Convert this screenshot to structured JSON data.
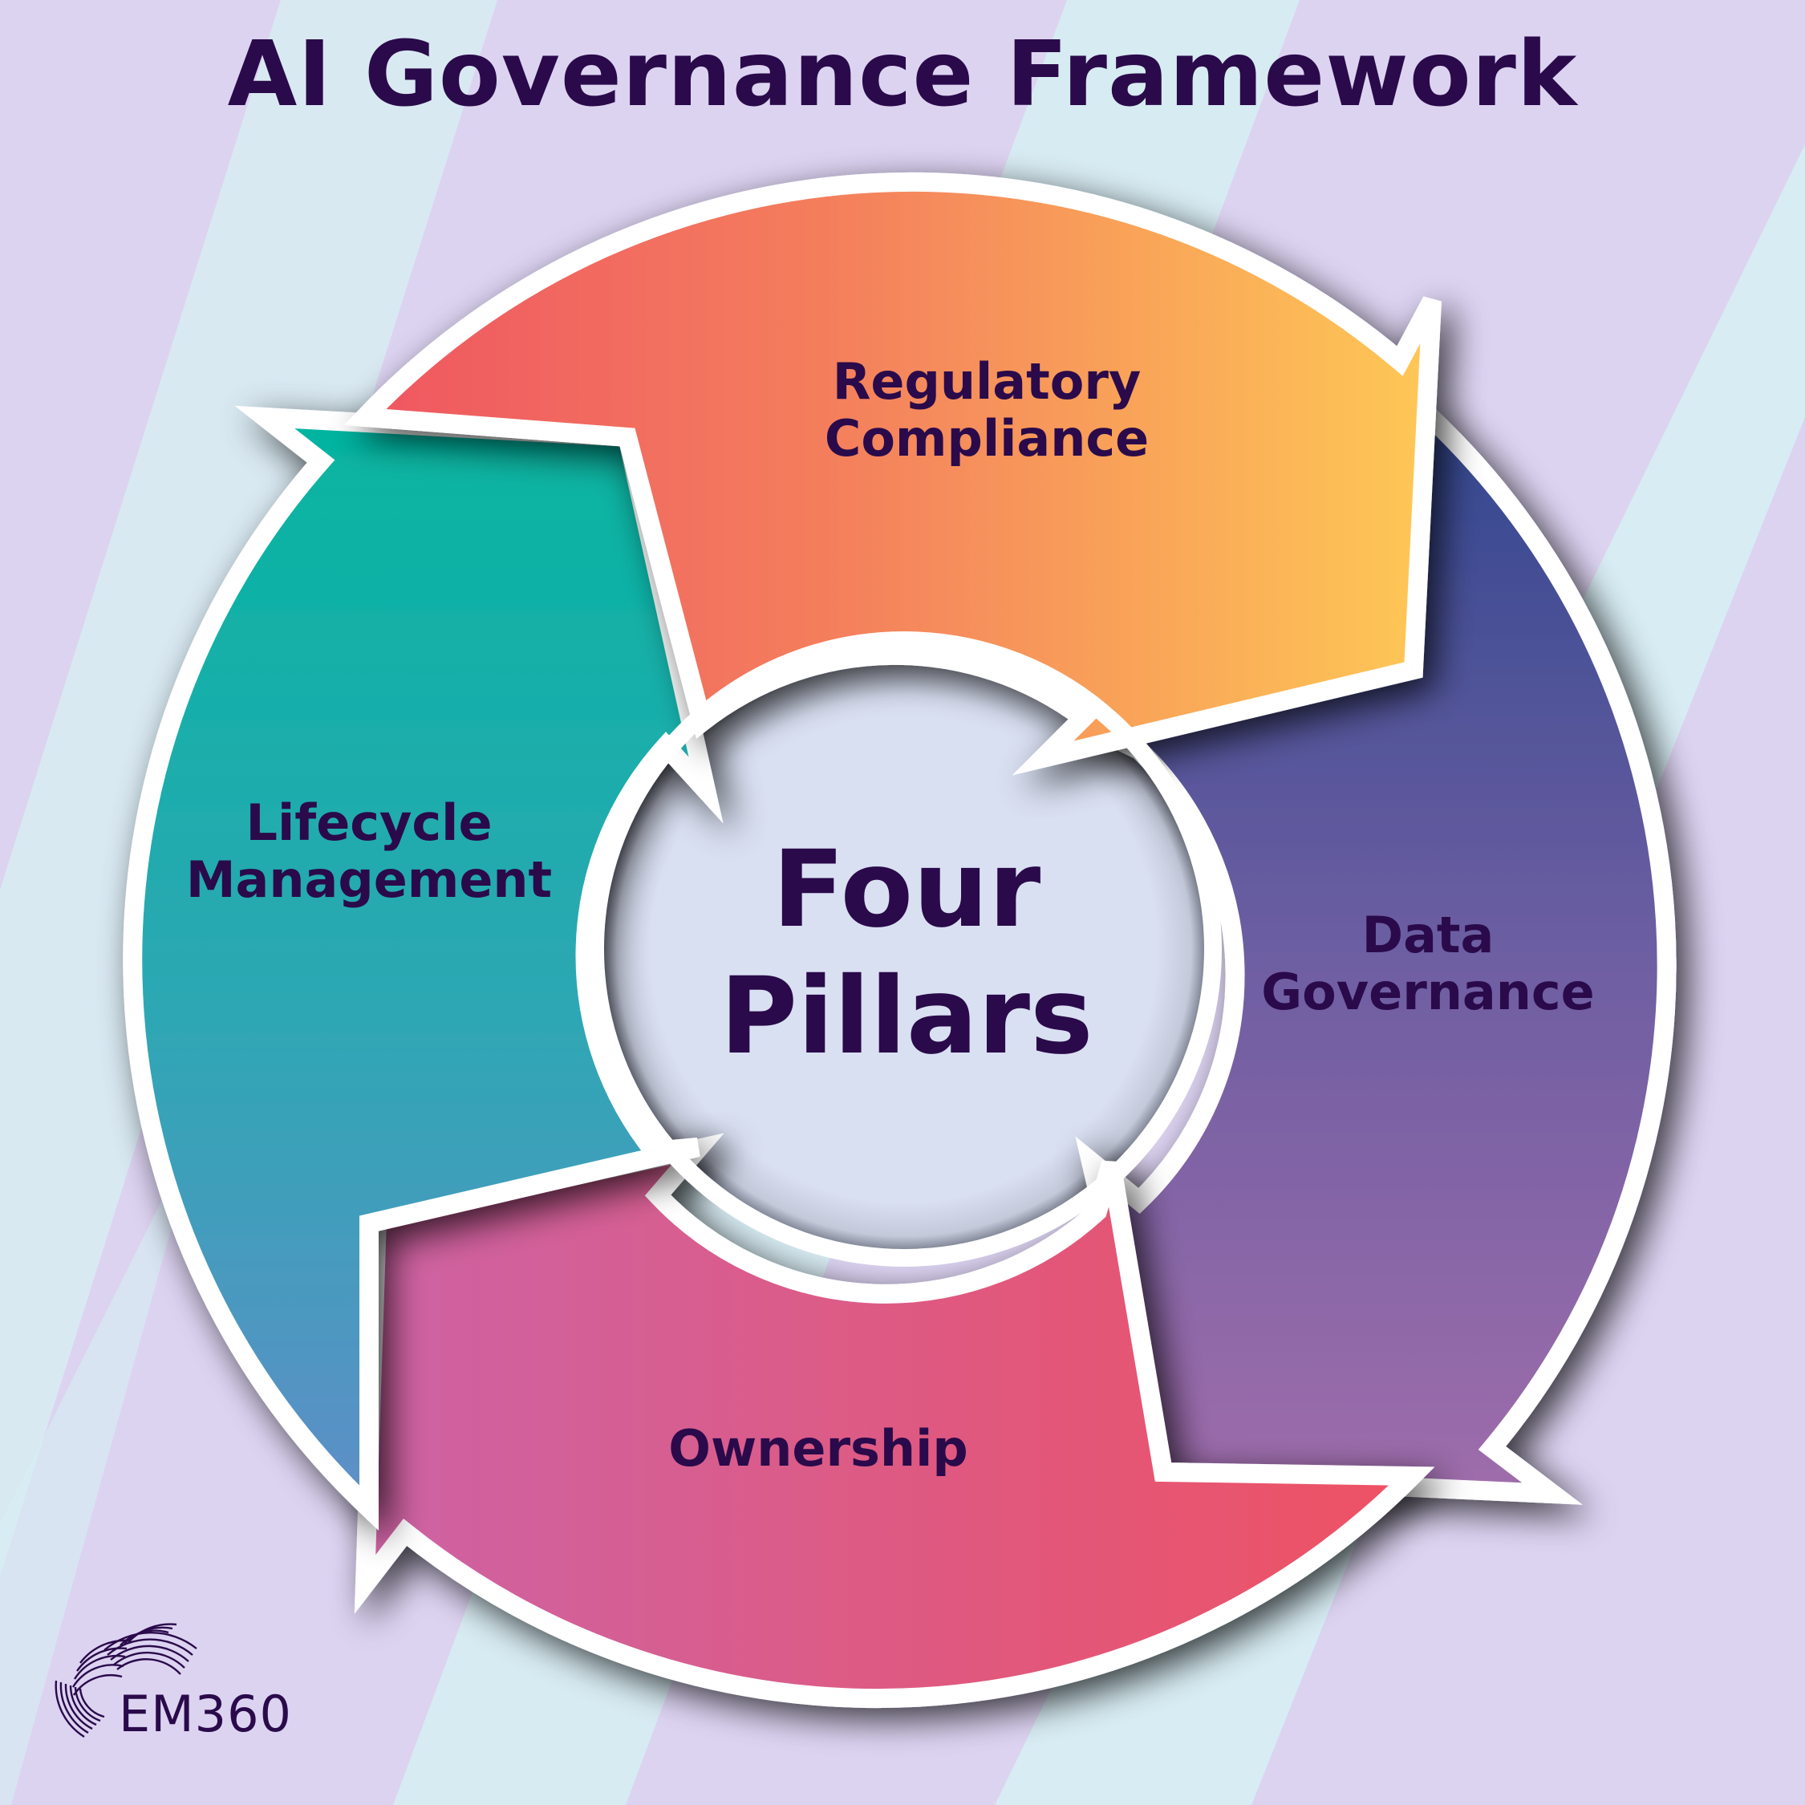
{
  "title": "AI Governance Framework",
  "center": {
    "line1": "Four",
    "line2": "Pillars"
  },
  "pillars": [
    {
      "id": "regulatory-compliance",
      "line1": "Regulatory",
      "line2": "Compliance",
      "color_start": "#ef5662",
      "color_end": "#fec856"
    },
    {
      "id": "data-governance",
      "line1": "Data",
      "line2": "Governance",
      "color_start": "#33488f",
      "color_end": "#9f6dab"
    },
    {
      "id": "ownership",
      "line1": "Ownership",
      "line2": "",
      "color_start": "#cd63a4",
      "color_end": "#ee5163"
    },
    {
      "id": "lifecycle-management",
      "line1": "Lifecycle",
      "line2": "Management",
      "color_start": "#04b5a0",
      "color_end": "#5f8ec8"
    }
  ],
  "logo": {
    "text": "EM360",
    "icon": "em360-shell-logo-icon"
  },
  "colors": {
    "text": "#2a0a4a",
    "bg_lavender": "#dcd3f1",
    "bg_mint": "#d6eff3",
    "ring_outline": "#ffffff",
    "inner_circle": "#d9e0f2"
  }
}
